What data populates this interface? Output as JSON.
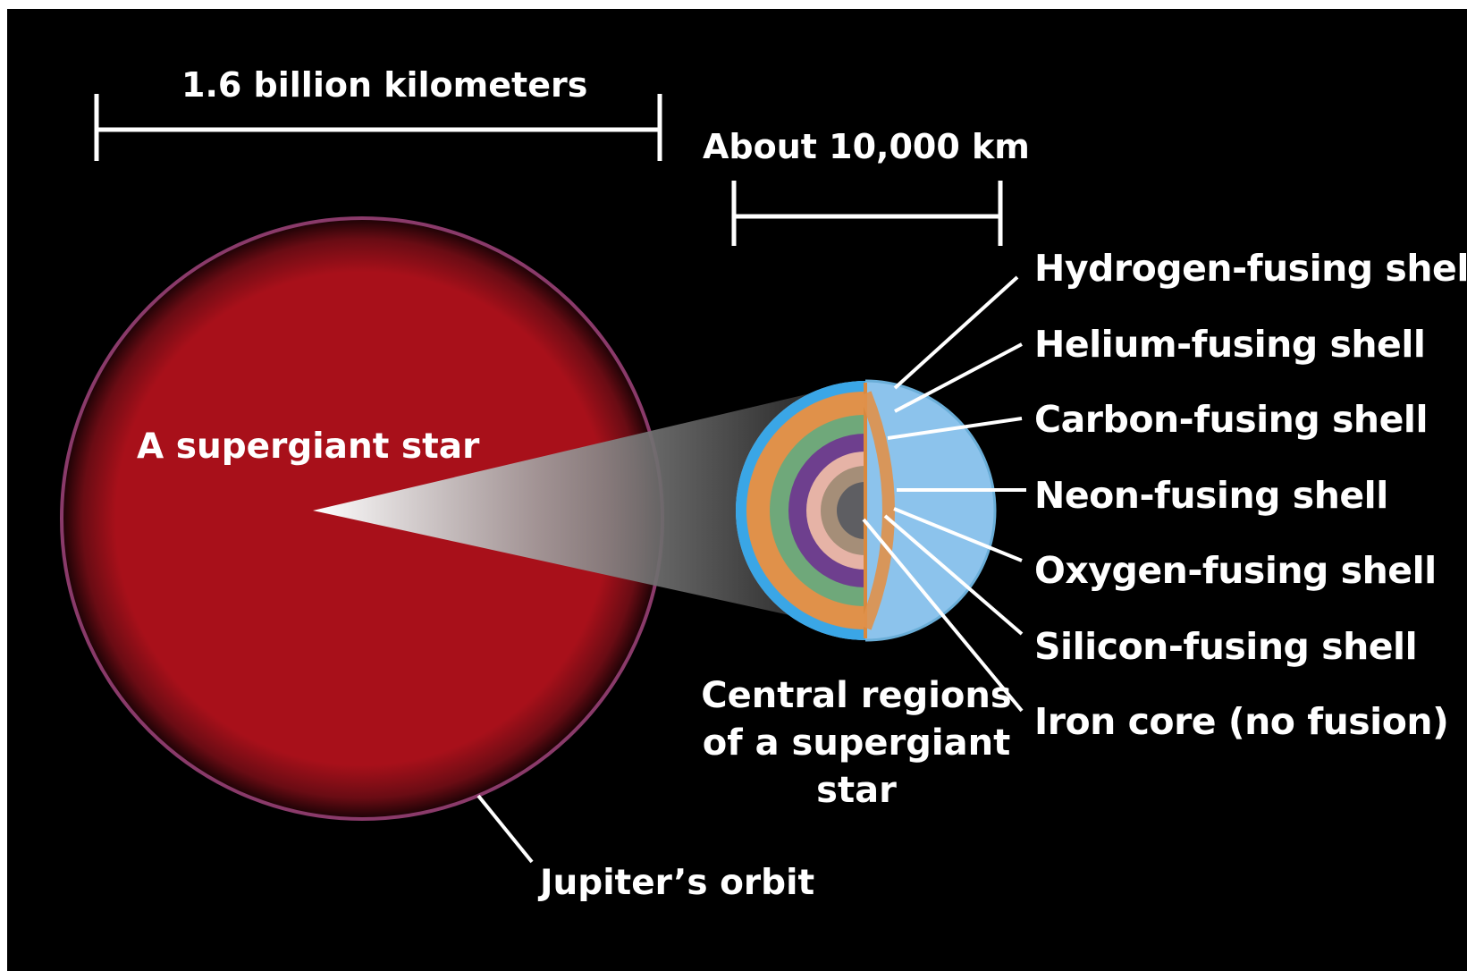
{
  "scale_bars": {
    "large": "1.6 billion kilometers",
    "small": "About 10,000 km"
  },
  "supergiant": {
    "label": "A supergiant star",
    "orbit_label": "Jupiter’s orbit"
  },
  "core": {
    "caption": "Central regions of a supergiant star",
    "layers": [
      {
        "label": "Hydrogen-fusing shell"
      },
      {
        "label": "Helium-fusing shell"
      },
      {
        "label": "Carbon-fusing shell"
      },
      {
        "label": "Neon-fusing shell"
      },
      {
        "label": "Oxygen-fusing shell"
      },
      {
        "label": "Silicon-fusing shell"
      },
      {
        "label": "Iron core (no fusion)"
      }
    ]
  },
  "colors": {
    "background": "#000000",
    "star": "#a8101a",
    "orbit": "#8a3a6a",
    "hydrogen": "#3aa6e6",
    "helium": "#e0914a",
    "carbon": "#6fa87a",
    "neon": "#6e3f8e",
    "oxygen": "#e6b3a6",
    "silicon": "#a58e78",
    "iron": "#5e5e62",
    "cutaway": "#8cc3ec"
  }
}
